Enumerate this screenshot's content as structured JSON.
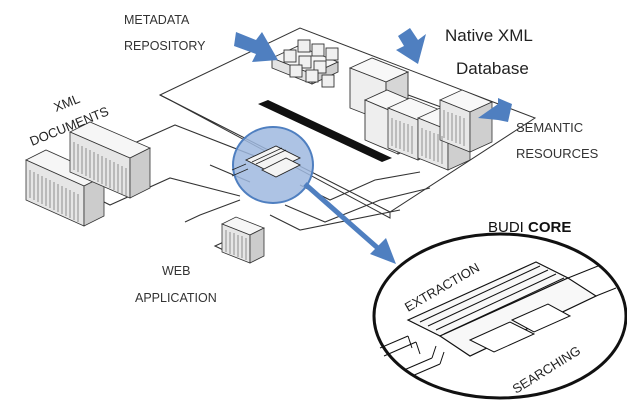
{
  "labels": {
    "metadata_repository_line1": "METADATA",
    "metadata_repository_line2": "REPOSITORY",
    "native_xml_line1": "Native XML",
    "native_xml_line2": "Database",
    "semantic_line1": "SEMANTIC",
    "semantic_line2": "RESOURCES",
    "xml_docs_line1": "XML",
    "xml_docs_line2": "DOCUMENTS",
    "web_app_line1": "WEB",
    "web_app_line2": "APPLICATION",
    "budi_core_part1": "BUDI ",
    "budi_core_part2": "CORE",
    "extraction": "EXTRACTION",
    "searching": "SEARCHING"
  },
  "colors": {
    "arrow": "#4f7fc0",
    "magnifier_fill": "#9fb8df",
    "magnifier_stroke": "#4f7fc0",
    "outline": "#333333",
    "bus": "#111111"
  }
}
